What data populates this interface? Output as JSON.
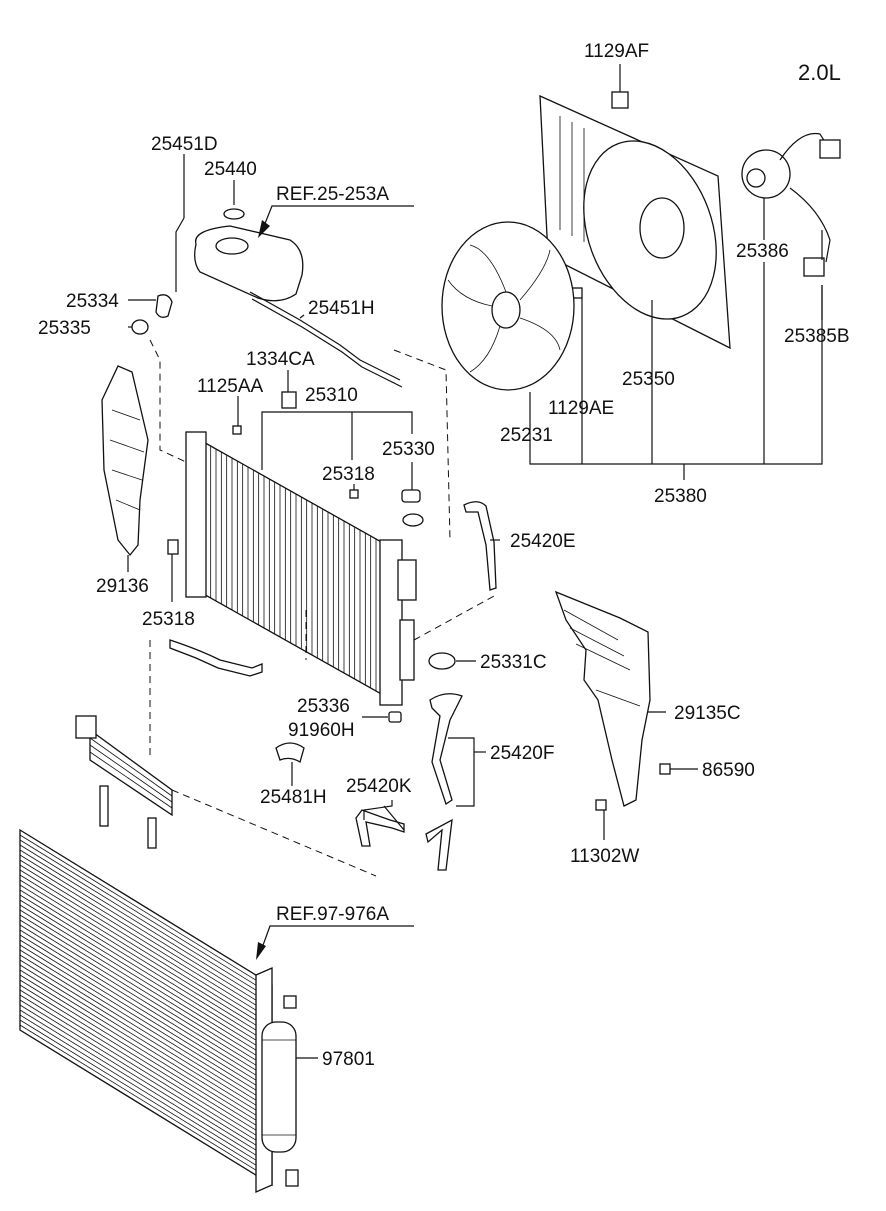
{
  "engine_label": "2.0L",
  "labels": {
    "p1129AF": "1129AF",
    "p25451D": "25451D",
    "p25440": "25440",
    "ref25253A": "REF.25-253A",
    "p25334": "25334",
    "p25335": "25335",
    "p25451H": "25451H",
    "p1334CA": "1334CA",
    "p1125AA": "1125AA",
    "p25310": "25310",
    "p25330": "25330",
    "p25318a": "25318",
    "p25318b": "25318",
    "p25420E": "25420E",
    "p29136": "29136",
    "p25386": "25386",
    "p25385B": "25385B",
    "p25350": "25350",
    "p1129AE": "1129AE",
    "p25231": "25231",
    "p25380": "25380",
    "p25331C": "25331C",
    "p25336": "25336",
    "p91960H": "91960H",
    "p29135C": "29135C",
    "p25420F": "25420F",
    "p86590": "86590",
    "p25481H": "25481H",
    "p25420K": "25420K",
    "p11302W": "11302W",
    "ref97976A": "REF.97-976A",
    "p97801": "97801"
  }
}
